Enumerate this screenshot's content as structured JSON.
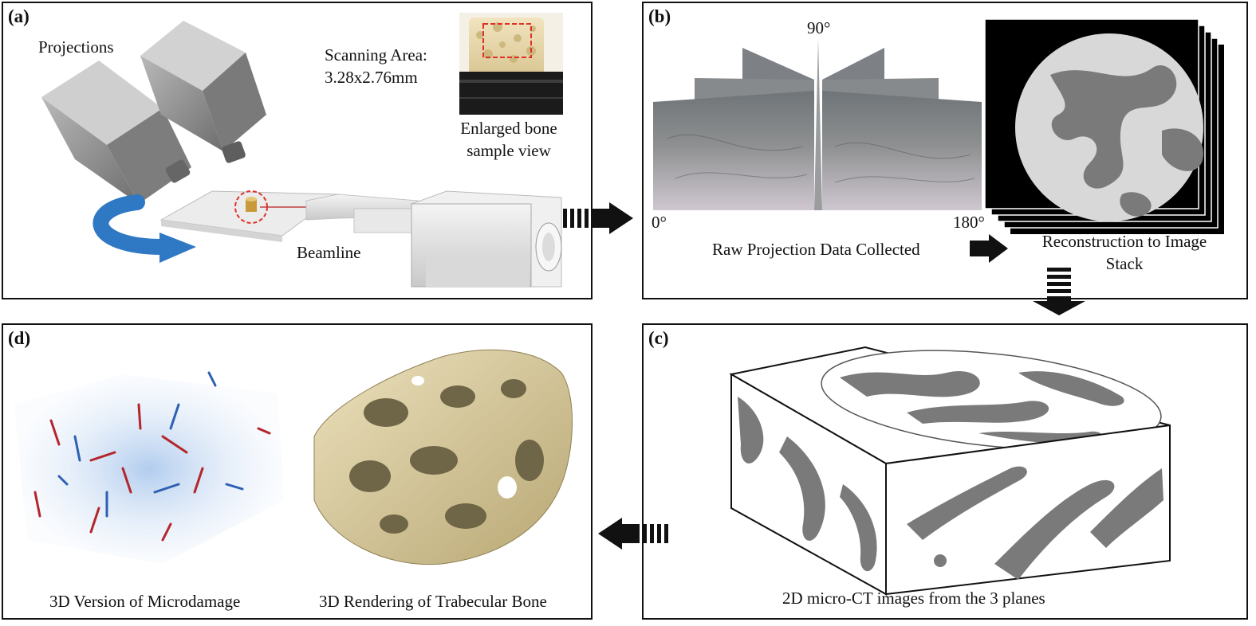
{
  "panels": {
    "a": {
      "label": "(a)",
      "projections": "Projections",
      "scanning_area_line1": "Scanning Area:",
      "scanning_area_line2": "3.28x2.76mm",
      "enlarged_line1": "Enlarged bone",
      "enlarged_line2": "sample view",
      "beamline": "Beamline"
    },
    "b": {
      "label": "(b)",
      "angle_top": "90°",
      "angle_left": "0°",
      "angle_right": "180°",
      "raw": "Raw Projection Data Collected",
      "recon_line1": "Reconstruction to Image",
      "recon_line2": "Stack"
    },
    "c": {
      "label": "(c)",
      "caption": "2D micro-CT images from the 3 planes"
    },
    "d": {
      "label": "(d)",
      "caption_left": "3D Version of Microdamage",
      "caption_right": "3D Rendering of Trabecular Bone"
    }
  },
  "colors": {
    "border": "#111111",
    "rotation_arrow": "#2f78c4",
    "bone": "#e2d6ae",
    "scan_mark": "#e0302a",
    "ct_gray": "#7a7a7a",
    "ct_background": "#d8d8d8",
    "damage_red": "#b3262b",
    "damage_blue": "#2d5fb3"
  }
}
